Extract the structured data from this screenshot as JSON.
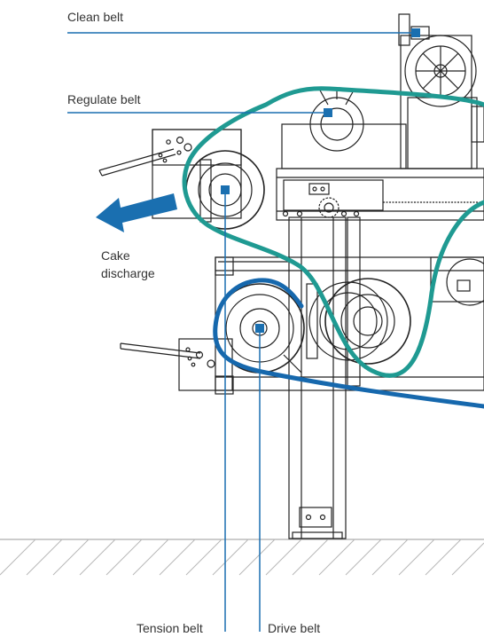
{
  "labels": {
    "clean_belt": "Clean belt",
    "regulate_belt": "Regulate belt",
    "cake_discharge_line1": "Cake",
    "cake_discharge_line2": "discharge",
    "tension_belt": "Tension belt",
    "drive_belt": "Drive belt"
  },
  "colors": {
    "leader_line": "#1a6fb0",
    "teal_belt": "#1f9a92",
    "blue_belt": "#1668ad",
    "discharge_arrow": "#1a6fb0",
    "machine_outline": "#222222",
    "ground_hatch": "#b8b8b8"
  }
}
